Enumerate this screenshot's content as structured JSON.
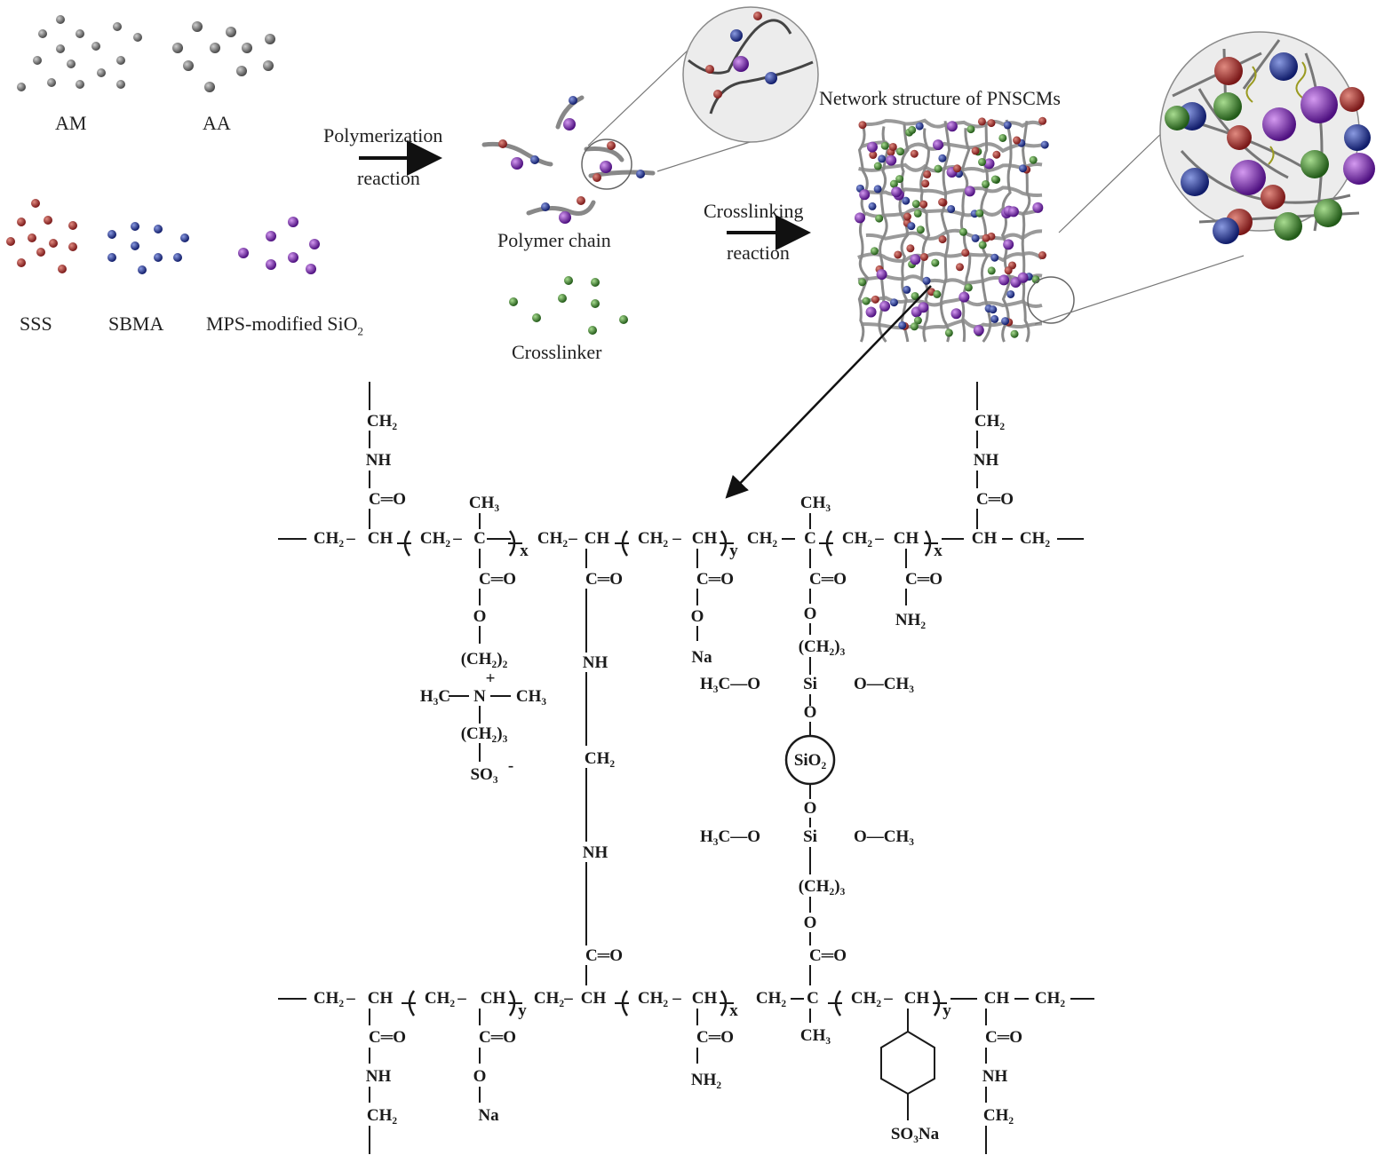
{
  "figure": {
    "monomers": [
      {
        "id": "am",
        "label": "AM",
        "color": "#505050"
      },
      {
        "id": "aa",
        "label": "AA",
        "color": "#606060"
      },
      {
        "id": "sss",
        "label": "SSS",
        "color": "#9a1c24"
      },
      {
        "id": "sbma",
        "label": "SBMA",
        "color": "#1c2a7a"
      },
      {
        "id": "mps",
        "label": "MPS-modified SiO",
        "label_sub": "2",
        "color": "#7a2aa8"
      }
    ],
    "crosslinker": {
      "label": "Crosslinker",
      "color": "#2e6b22"
    },
    "polymer_chain_label": "Polymer chain",
    "network_label": "Network structure of PNSCMs",
    "arrows": {
      "polymerization": {
        "top": "Polymerization",
        "bottom": "reaction"
      },
      "crosslinking": {
        "top": "Crosslinking",
        "bottom": "reaction"
      }
    },
    "sphere_colors": {
      "red": "#9a2a22",
      "blue": "#1e2e8a",
      "purple": "#6a1f9a",
      "green": "#3a7a2e",
      "gray": "#555555",
      "linker": "#9a9a20"
    },
    "structure": {
      "top_chain": [
        "—CH₂—CH",
        "CH₂—C",
        "x",
        "CH₂—CH",
        "CH₂—CH",
        "y",
        "CH₂—C",
        "CH₂—CH",
        "x",
        "CH—CH₂—"
      ],
      "bottom_chain": [
        "—CH₂—CH",
        "CH₂—CH",
        "y",
        "CH₂—CH",
        "CH₂—CH",
        "x",
        "CH₂—C",
        "CH₂—CH",
        "y",
        "CH—CH₂—"
      ],
      "labels": {
        "ch2": "CH₂",
        "nh": "NH",
        "co": "C═O",
        "ch3": "CH₃",
        "o": "O",
        "na": "Na",
        "nh2": "NH₂",
        "ch2_2": "(CH₂)₂",
        "ch2_3": "(CH₂)₃",
        "n_plus": "N",
        "plus": "+",
        "h3c": "H₃C",
        "so3": "SO₃",
        "minus": "-",
        "si": "Si",
        "sio2": "SiO₂",
        "so3na": "SO₃Na",
        "h3c_o": "H₃C—O",
        "o_ch3": "O—CH₃"
      }
    }
  }
}
